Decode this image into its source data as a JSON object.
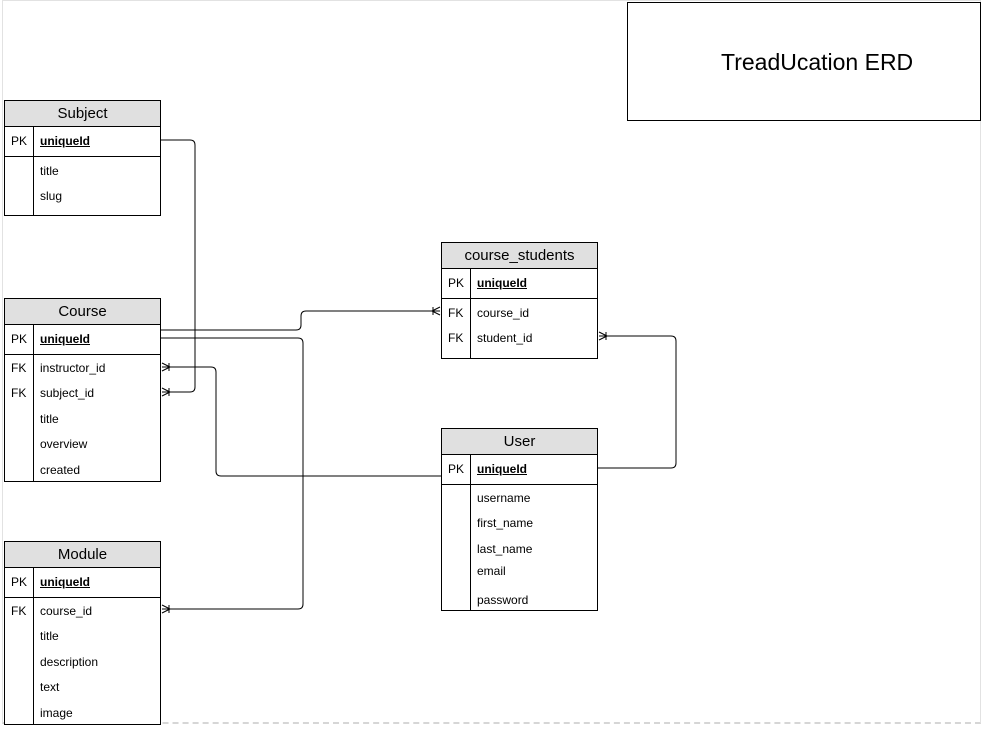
{
  "title": "TreadUcation ERD",
  "entities": {
    "subject": {
      "name": "Subject",
      "pk": {
        "key": "PK",
        "name": "uniqueId"
      },
      "attrs": [
        {
          "key": "",
          "name": "title"
        },
        {
          "key": "",
          "name": "slug"
        }
      ]
    },
    "course": {
      "name": "Course",
      "pk": {
        "key": "PK",
        "name": "uniqueId"
      },
      "attrs": [
        {
          "key": "FK",
          "name": "instructor_id"
        },
        {
          "key": "FK",
          "name": "subject_id"
        },
        {
          "key": "",
          "name": "title"
        },
        {
          "key": "",
          "name": "overview"
        },
        {
          "key": "",
          "name": "created"
        }
      ]
    },
    "module": {
      "name": "Module",
      "pk": {
        "key": "PK",
        "name": "uniqueId"
      },
      "attrs": [
        {
          "key": "FK",
          "name": "course_id"
        },
        {
          "key": "",
          "name": "title"
        },
        {
          "key": "",
          "name": "description"
        },
        {
          "key": "",
          "name": "text"
        },
        {
          "key": "",
          "name": "image"
        }
      ]
    },
    "course_students": {
      "name": "course_students",
      "pk": {
        "key": "PK",
        "name": "uniqueId"
      },
      "attrs": [
        {
          "key": "FK",
          "name": "course_id"
        },
        {
          "key": "FK",
          "name": "student_id"
        }
      ]
    },
    "user": {
      "name": "User",
      "pk": {
        "key": "PK",
        "name": "uniqueId"
      },
      "attrs": [
        {
          "key": "",
          "name": "username"
        },
        {
          "key": "",
          "name": "first_name"
        },
        {
          "key": "",
          "name": "last_name"
        },
        {
          "key": "",
          "name": "email"
        },
        {
          "key": "",
          "name": "password"
        }
      ]
    }
  },
  "colors": {
    "header_fill": "#e0e0e0",
    "line": "#000000"
  }
}
